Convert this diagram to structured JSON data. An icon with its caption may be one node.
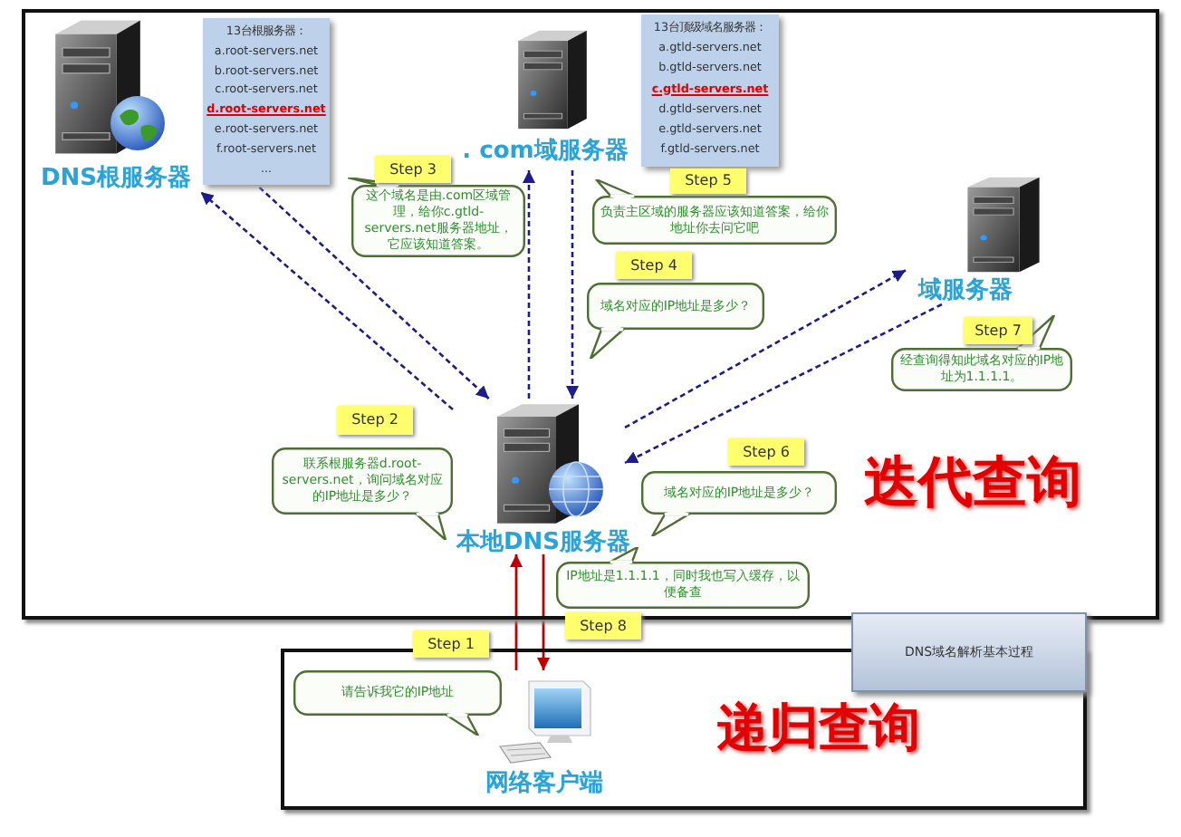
{
  "diagram": {
    "nodes": [
      {
        "text": [
          "迭代查询"
        ]
      },
      {
        "text": [
          "DNS根服务器"
        ],
        "in": 0
      },
      {
        "text": [
          "13台根服务器：",
          "a.root-servers.net",
          "b.root-servers.net",
          "c.root-servers.net",
          "d.root-servers.net",
          "e.root-servers.net",
          "f.root-servers.net",
          "..."
        ],
        "in": 0
      },
      {
        "text": [
          ". com域服务器"
        ],
        "in": 0
      },
      {
        "text": [
          "13台顶级域名服务器：",
          "a.gtld-servers.net",
          "b.gtld-servers.net",
          "c.gtld-servers.net",
          "d.gtld-servers.net",
          "e.gtld-servers.net",
          "f.gtld-servers.net"
        ],
        "in": 0
      },
      {
        "text": [
          "Step 3"
        ],
        "in": 0
      },
      {
        "text": [
          "这个域名是由.com区域管理，给你c.gtld-servers.net服务器地址，它应该知道答案。"
        ],
        "in": 0
      },
      {
        "text": [
          "Step 5"
        ],
        "in": 0
      },
      {
        "text": [
          "负责主区域的服务器应该知道答案，给你地址你去问它吧"
        ],
        "in": 0
      },
      {
        "text": [
          "域服务器"
        ],
        "in": 0
      },
      {
        "text": [
          "Step 4"
        ],
        "in": 0
      },
      {
        "text": [
          "域名对应的IP地址是多少？"
        ],
        "in": 0
      },
      {
        "text": [
          "Step 7"
        ],
        "in": 0
      },
      {
        "text": [
          "经查询得知此域名对应的IP地址为1.1.1.1。"
        ],
        "in": 0
      },
      {
        "text": [
          "Step 2"
        ],
        "in": 0
      },
      {
        "text": [
          "本地DNS服务器"
        ],
        "in": 0
      },
      {
        "text": [
          "联系根服务器d.root-servers.net，询问域名对应的IP地址是多少？"
        ],
        "in": 0
      },
      {
        "text": [
          "Step 6"
        ],
        "in": 0
      },
      {
        "text": [
          "域名对应的IP地址是多少？"
        ],
        "in": 0
      },
      {
        "text": [
          "IP地址是1.1.1.1，同时我也写入缓存，以便备查"
        ],
        "in": 0
      },
      {
        "text": [
          "Step 8"
        ]
      },
      {
        "text": [
          "DNS域名解析基本过程"
        ]
      },
      {
        "text": [
          "Step 1"
        ]
      },
      {
        "text": [
          "递归查询"
        ]
      },
      {
        "text": [
          "请告诉我它的IP地址"
        ],
        "in": 23
      },
      {
        "text": [
          "网络客户端"
        ],
        "in": 23
      }
    ],
    "edges": [
      {
        "from": 25,
        "to": 15,
        "arrow": "to",
        "color": "#c00000"
      },
      {
        "from": 15,
        "to": 1,
        "arrow": "to",
        "style": "dashed"
      },
      {
        "from": 2,
        "to": 15,
        "arrow": "to",
        "style": "dashed"
      },
      {
        "from": 15,
        "to": 3,
        "arrow": "to",
        "style": "dashed"
      },
      {
        "from": 3,
        "to": 15,
        "arrow": "to",
        "style": "dashed"
      },
      {
        "from": 15,
        "to": 9,
        "arrow": "to",
        "style": "dashed"
      },
      {
        "from": 9,
        "to": 15,
        "arrow": "to",
        "style": "dashed"
      },
      {
        "from": 15,
        "to": 25,
        "arrow": "to",
        "color": "#c00000"
      }
    ]
  }
}
